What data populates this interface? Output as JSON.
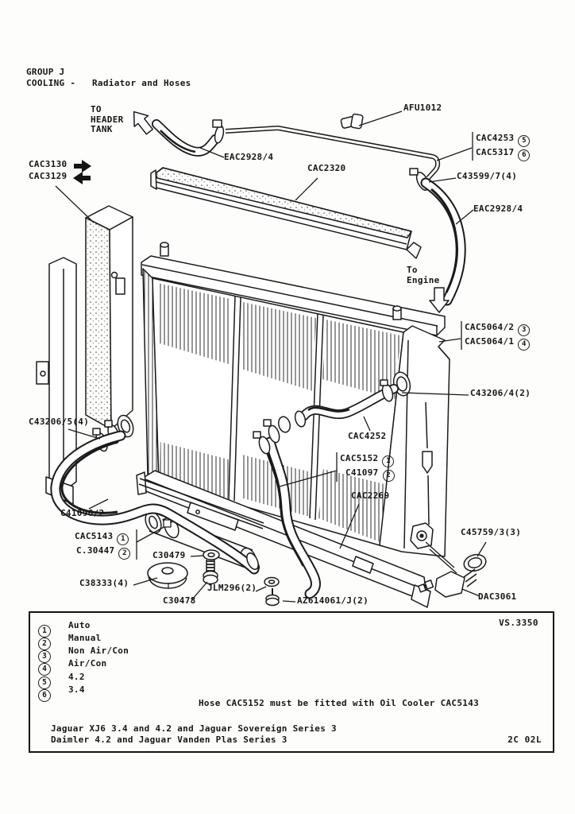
{
  "header": {
    "group": "GROUP J",
    "section": "COOLING -",
    "title": "Radiator and Hoses"
  },
  "labels": {
    "to_header_tank": {
      "line1": "TO",
      "line2": "HEADER",
      "line3": "TANK"
    },
    "to_engine": {
      "line1": "To",
      "line2": "Engine"
    },
    "afu1012": {
      "text": "AFU1012"
    },
    "eac2928_top": {
      "text": "EAC2928/4"
    },
    "cac2320": {
      "text": "CAC2320"
    },
    "cac4253": {
      "text": "CAC4253",
      "badge": "5"
    },
    "cac5317": {
      "text": "CAC5317",
      "badge": "6"
    },
    "c43599": {
      "text": "C43599/7(4)"
    },
    "eac2928_right": {
      "text": "EAC2928/4"
    },
    "cac3130": {
      "text": "CAC3130"
    },
    "cac3129": {
      "text": "CAC3129"
    },
    "cac5064_2": {
      "text": "CAC5064/2",
      "badge": "3"
    },
    "cac5064_1": {
      "text": "CAC5064/1",
      "badge": "4"
    },
    "c43206_4": {
      "text": "C43206/4(2)"
    },
    "cac4252": {
      "text": "CAC4252"
    },
    "cac5152": {
      "text": "CAC5152",
      "badge": "1"
    },
    "c41097": {
      "text": "C41097",
      "badge": "2"
    },
    "cac2269": {
      "text": "CAC2269"
    },
    "c43206_5": {
      "text": "C43206/5(4)"
    },
    "c41096": {
      "text": "C41096/2"
    },
    "cac5143": {
      "text": "CAC5143",
      "badge": "1"
    },
    "c30447": {
      "text": "C.30447",
      "badge": "2"
    },
    "c30479": {
      "text": "C30479"
    },
    "c38333": {
      "text": "C38333(4)"
    },
    "jlm296": {
      "text": "JLM296(2)"
    },
    "c30478": {
      "text": "C30478"
    },
    "az614061": {
      "text": "AZ614061/J(2)"
    },
    "c45759": {
      "text": "C45759/3(3)"
    },
    "dac3061": {
      "text": "DAC3061"
    }
  },
  "legend": {
    "items": [
      {
        "num": "1",
        "label": "Auto"
      },
      {
        "num": "2",
        "label": "Manual"
      },
      {
        "num": "3",
        "label": "Non Air/Con"
      },
      {
        "num": "4",
        "label": "Air/Con"
      },
      {
        "num": "5",
        "label": "4.2"
      },
      {
        "num": "6",
        "label": "3.4"
      }
    ],
    "drawing_code": "VS.3350",
    "note": "Hose CAC5152 must be fitted with Oil Cooler CAC5143",
    "footer_line1": "Jaguar XJ6 3.4 and 4.2 and Jaguar Sovereign Series 3",
    "footer_line2": "Daimler 4.2 and Jaguar Vanden Plas Series 3",
    "page_code": "2C 02L"
  },
  "colors": {
    "ink": "#1b1b1b",
    "paper": "#fdfdfb"
  }
}
